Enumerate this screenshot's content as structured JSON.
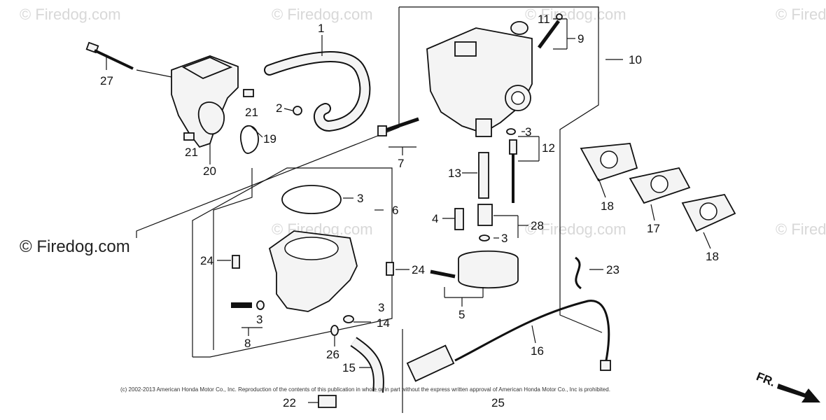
{
  "watermarks": {
    "small": "© Firedog.com",
    "large": "© Firedog.com"
  },
  "copyright": "(c) 2002-2013 American Honda Motor Co., Inc. Reproduction of the contents of this publication in whole or in part without the express written approval of American Honda Motor Co., Inc is prohibited.",
  "direction_label": "FR.",
  "callouts": [
    "1",
    "2",
    "3",
    "3",
    "3",
    "3",
    "3",
    "4",
    "5",
    "6",
    "7",
    "8",
    "9",
    "10",
    "11",
    "12",
    "13",
    "14",
    "15",
    "16",
    "17",
    "18",
    "18",
    "19",
    "20",
    "21",
    "21",
    "22",
    "23",
    "24",
    "24",
    "25",
    "26",
    "27",
    "28"
  ]
}
